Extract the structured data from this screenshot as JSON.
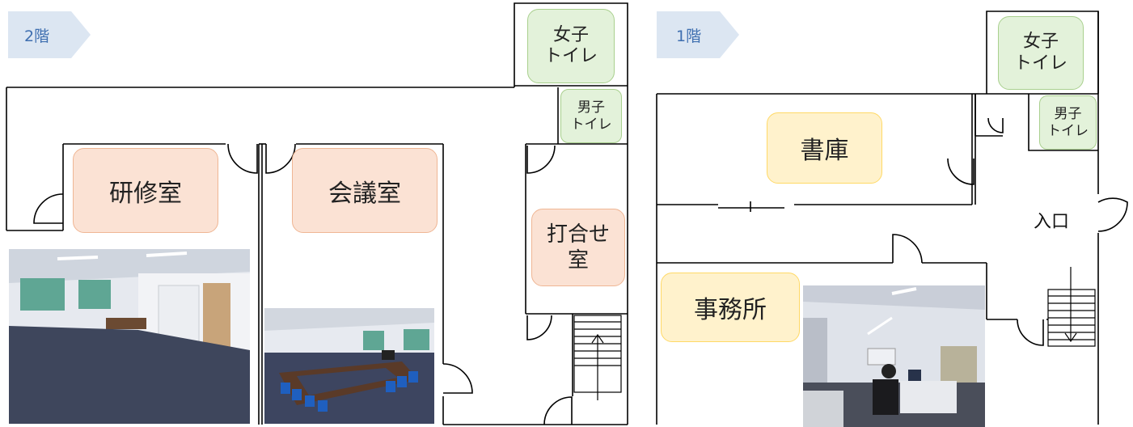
{
  "floor2": {
    "tag": "2階",
    "rooms": {
      "training": "研修室",
      "meeting": "会議室",
      "briefing": "打合せ\n室",
      "womens_wc": "女子\nトイレ",
      "mens_wc": "男子\nトイレ"
    }
  },
  "floor1": {
    "tag": "1階",
    "rooms": {
      "storage": "書庫",
      "office": "事務所",
      "womens_wc": "女子\nトイレ",
      "mens_wc": "男子\nトイレ"
    },
    "entrance": "入口"
  },
  "colors": {
    "tag_fill": "#dce6f2",
    "tag_text": "#3f6fb0",
    "room_orange": "#fbe2d4",
    "room_green": "#e3f2da",
    "room_yellow": "#fff2cc",
    "wall": "#000000"
  }
}
